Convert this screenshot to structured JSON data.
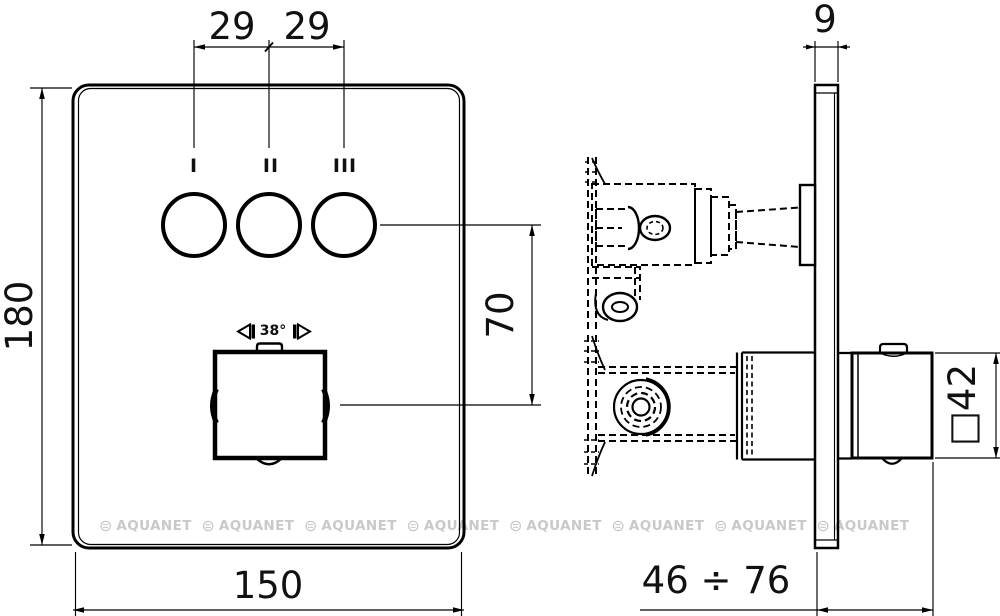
{
  "front_view": {
    "button_labels": [
      "I",
      "II",
      "III"
    ],
    "temperature_label": "38°",
    "dims": {
      "spacing_left": "29",
      "spacing_right": "29",
      "plate_height": "180",
      "plate_width": "150",
      "button_to_knob": "70"
    }
  },
  "side_view": {
    "dims": {
      "plate_thickness": "9",
      "installation_depth_range": "46 ÷ 76",
      "knob_square_size": "□42"
    }
  },
  "watermark": {
    "icon": "⊜",
    "text": "AQUANET"
  }
}
